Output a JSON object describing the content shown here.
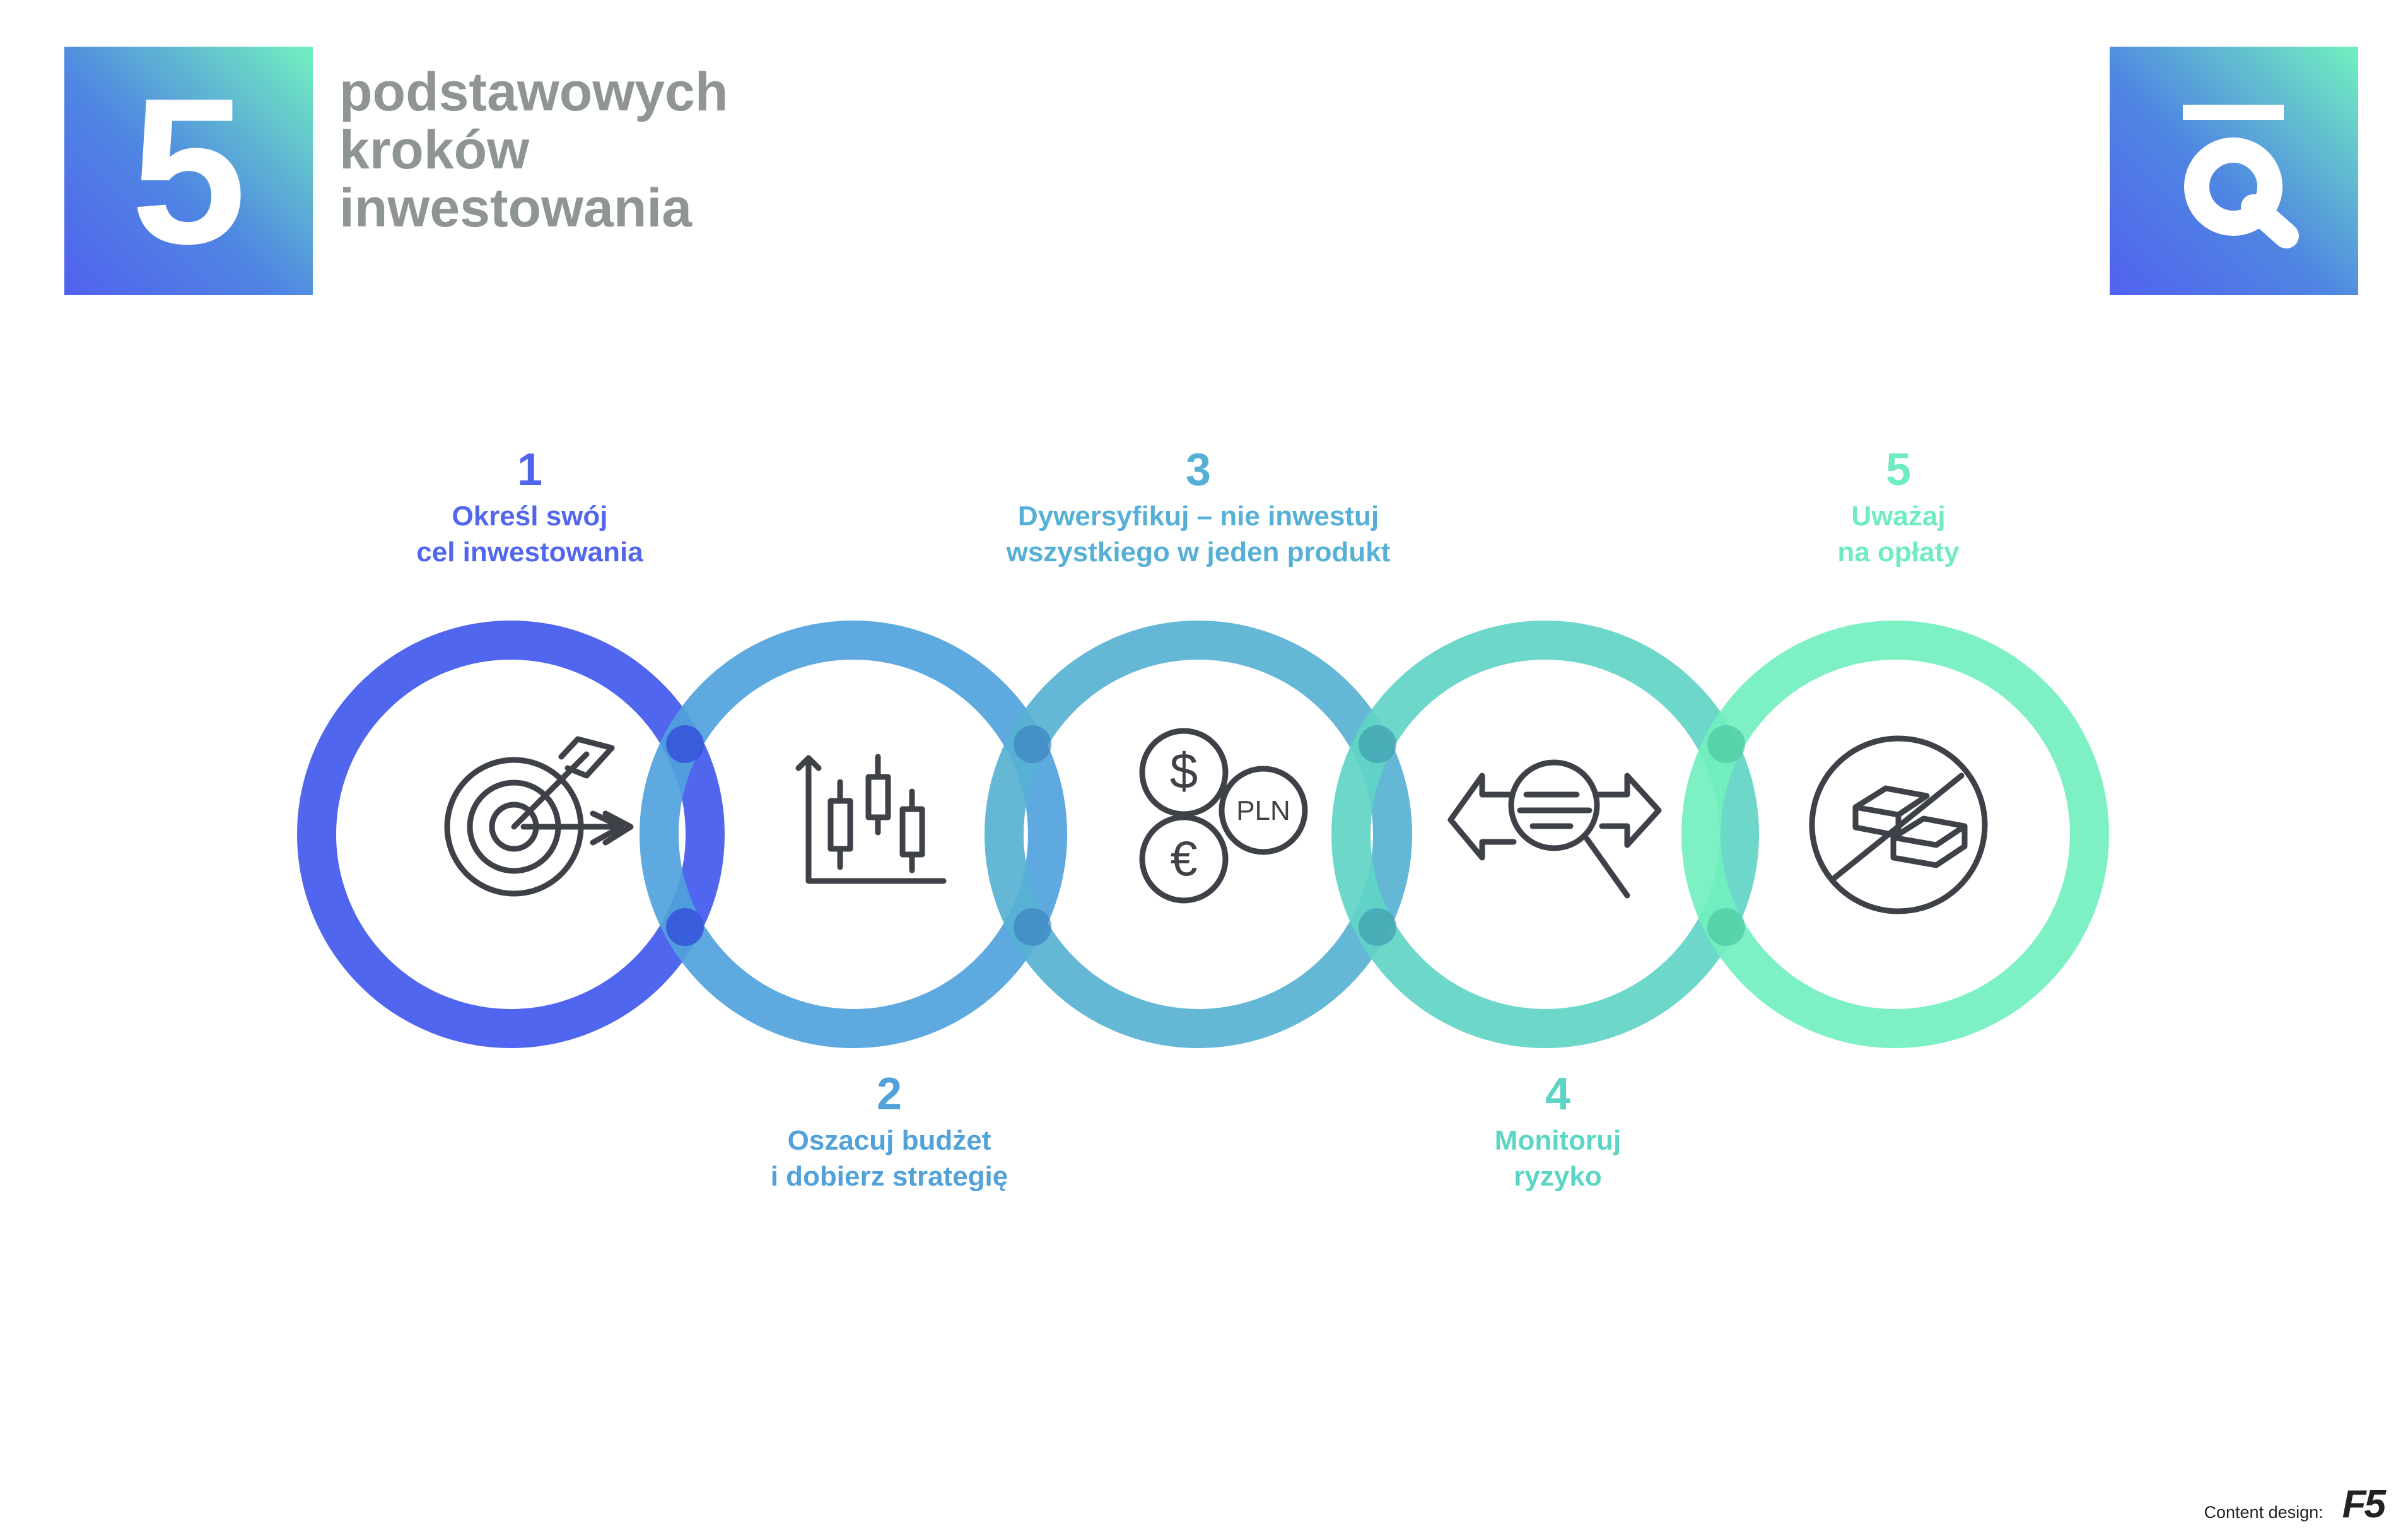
{
  "header": {
    "badge_number": "5",
    "title_lines": [
      "podstawowych",
      "kroków",
      "inwestowania"
    ]
  },
  "logo": {
    "icon": "q-logo-icon"
  },
  "steps": [
    {
      "num": "1",
      "lines": [
        "Określ swój",
        "cel inwestowania"
      ],
      "color": "#5166ec",
      "icon": "target-arrow-icon"
    },
    {
      "num": "2",
      "lines": [
        "Oszacuj budżet",
        "i dobierz strategię"
      ],
      "color": "#52a2d9",
      "icon": "candlestick-chart-icon"
    },
    {
      "num": "3",
      "lines": [
        "Dywersyfikuj – nie inwestuj",
        "wszystkiego w jeden produkt"
      ],
      "color": "#56b0d5",
      "icon": "currency-coins-icon"
    },
    {
      "num": "4",
      "lines": [
        "Monitoruj",
        "ryzyko"
      ],
      "color": "#5dd5c4",
      "icon": "magnifier-arrows-icon"
    },
    {
      "num": "5",
      "lines": [
        "Uważaj",
        "na opłaty"
      ],
      "color": "#6eecc0",
      "icon": "no-money-icon"
    }
  ],
  "coin_label": "PLN",
  "footer": {
    "credit_label": "Content design:",
    "brand": "F5"
  }
}
